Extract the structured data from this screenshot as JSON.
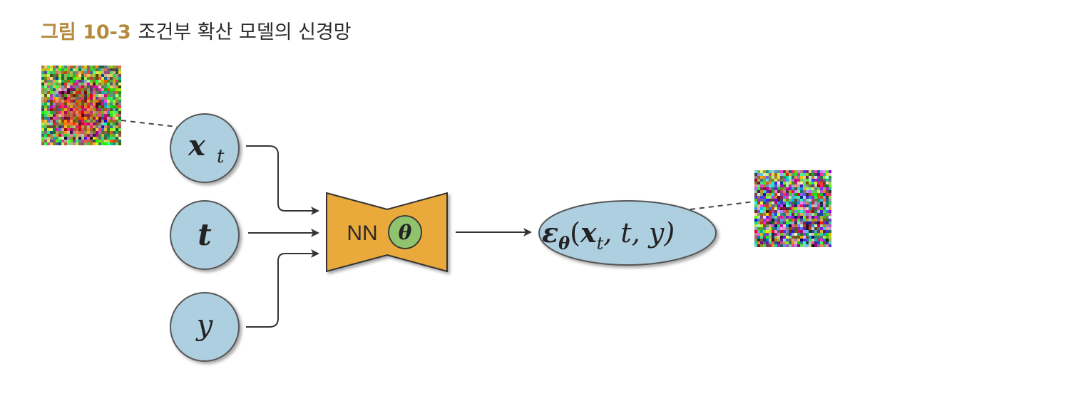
{
  "caption": {
    "label": "그림 10-3",
    "text": "조건부 확산 모델의 신경망"
  },
  "inputs": [
    {
      "id": "xt",
      "main": "x",
      "sub": "t"
    },
    {
      "id": "t",
      "main": "t",
      "sub": ""
    },
    {
      "id": "y",
      "main": "y",
      "sub": ""
    }
  ],
  "network": {
    "label": "NN",
    "param": "θ"
  },
  "output": {
    "eps": "ε",
    "eps_sub": "θ",
    "open": "(",
    "x": "x",
    "x_sub": "t",
    "rest": ", t, y)"
  },
  "colors": {
    "node_fill": "#aecfdf",
    "node_stroke": "#555555",
    "network_fill": "#e9a93a",
    "param_fill": "#8fc36e",
    "arrow": "#333333",
    "caption_label": "#b58a3c"
  },
  "icons": {
    "noisy_input_image": "noise-image-red-green-blob",
    "noise_output_image": "noise-image-rgb"
  }
}
